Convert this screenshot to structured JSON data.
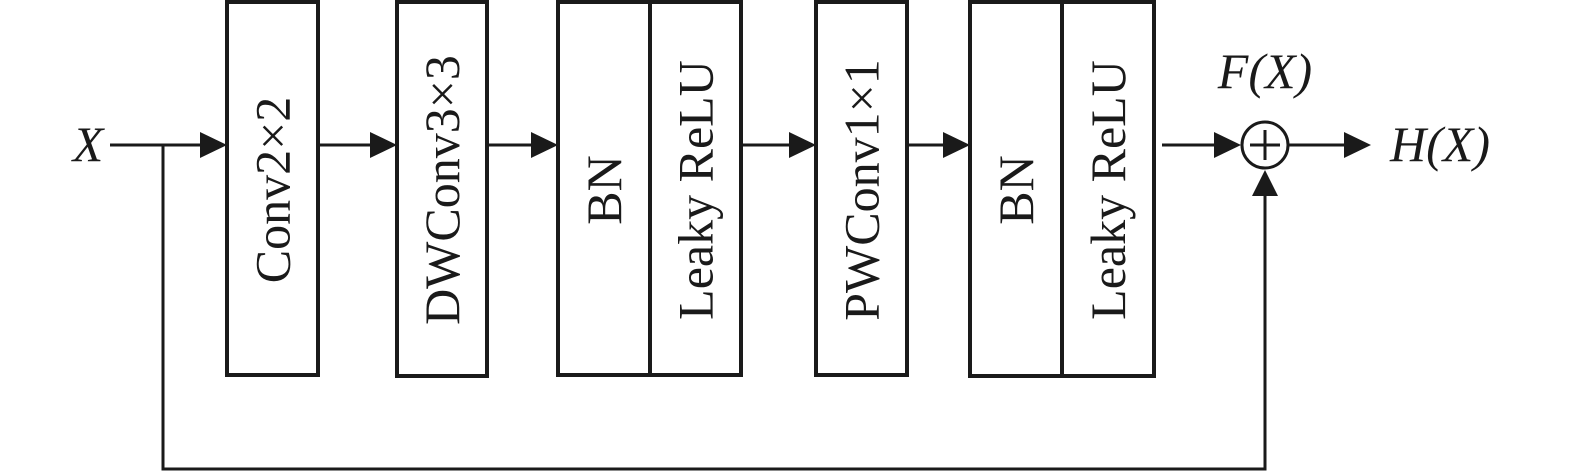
{
  "input_label": "X",
  "residual_label": "F(X)",
  "output_label": "H(X)",
  "blocks": {
    "conv2x2": "Conv2×2",
    "dwconv3x3": "DWConv3×3",
    "bn_1": "BN",
    "leaky_relu_1": "Leaky ReLU",
    "pwconv1x1": "PWConv1×1",
    "bn_2": "BN",
    "leaky_relu_2": "Leaky ReLU"
  },
  "colors": {
    "stroke": "#1a1a1a",
    "background": "#ffffff"
  },
  "icons": {
    "sum": "circled-plus-icon"
  }
}
